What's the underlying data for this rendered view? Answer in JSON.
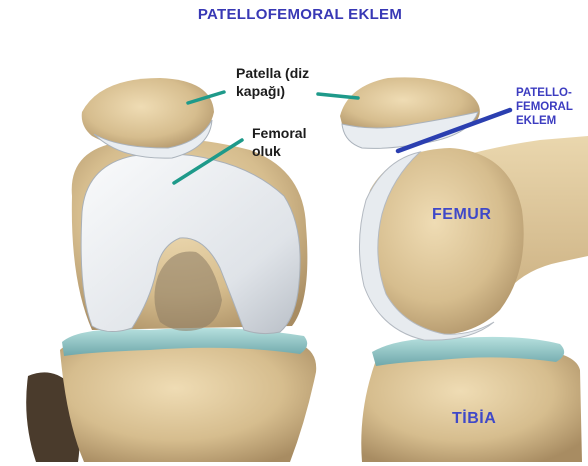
{
  "title": "PATELLOFEMORAL EKLEM",
  "labels": {
    "patella_line1": "Patella (diz",
    "patella_line2": "kapağı)",
    "femoral_line1": "Femoral",
    "femoral_line2": "oluk",
    "pf_line1": "PATELLO-",
    "pf_line2": "FEMORAL",
    "pf_line3": "EKLEM",
    "femur": "FEMUR",
    "tibia": "TİBİA"
  },
  "colors": {
    "title": "#3838b5",
    "leader_teal": "#1e9a8a",
    "leader_blue": "#2b3fb0",
    "bone": "#dcc59b",
    "cartilage": "#e8ecf0",
    "meniscus": "#9ccfd0"
  }
}
